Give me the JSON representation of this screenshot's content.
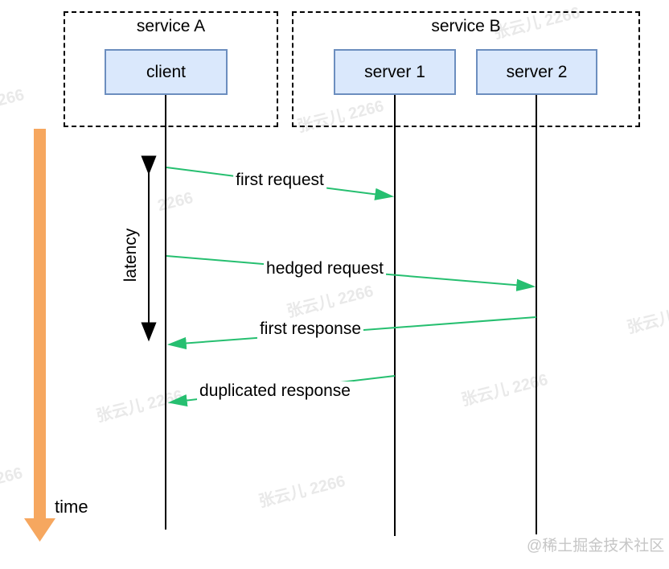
{
  "diagram": {
    "groups": [
      {
        "label": "service A",
        "actors": [
          {
            "label": "client"
          }
        ]
      },
      {
        "label": "service B",
        "actors": [
          {
            "label": "server 1"
          },
          {
            "label": "server 2"
          }
        ]
      }
    ],
    "messages": [
      {
        "label": "first request",
        "from": "client",
        "to": "server 1"
      },
      {
        "label": "hedged request",
        "from": "client",
        "to": "server 2"
      },
      {
        "label": "first response",
        "from": "server 2",
        "to": "client"
      },
      {
        "label": "duplicated response",
        "from": "server 1",
        "to": "client"
      }
    ],
    "latency_label": "latency",
    "time_label": "time",
    "colors": {
      "message_arrow": "#26bf70",
      "actor_fill": "#dae8fc",
      "actor_border": "#6c8ebf",
      "time_arrow": "#f6a75f",
      "lifeline": "#000000"
    }
  },
  "watermarks": {
    "repeat_text": "张云儿 2266",
    "partial_text": "2266",
    "footer": "@稀土掘金技术社区"
  }
}
